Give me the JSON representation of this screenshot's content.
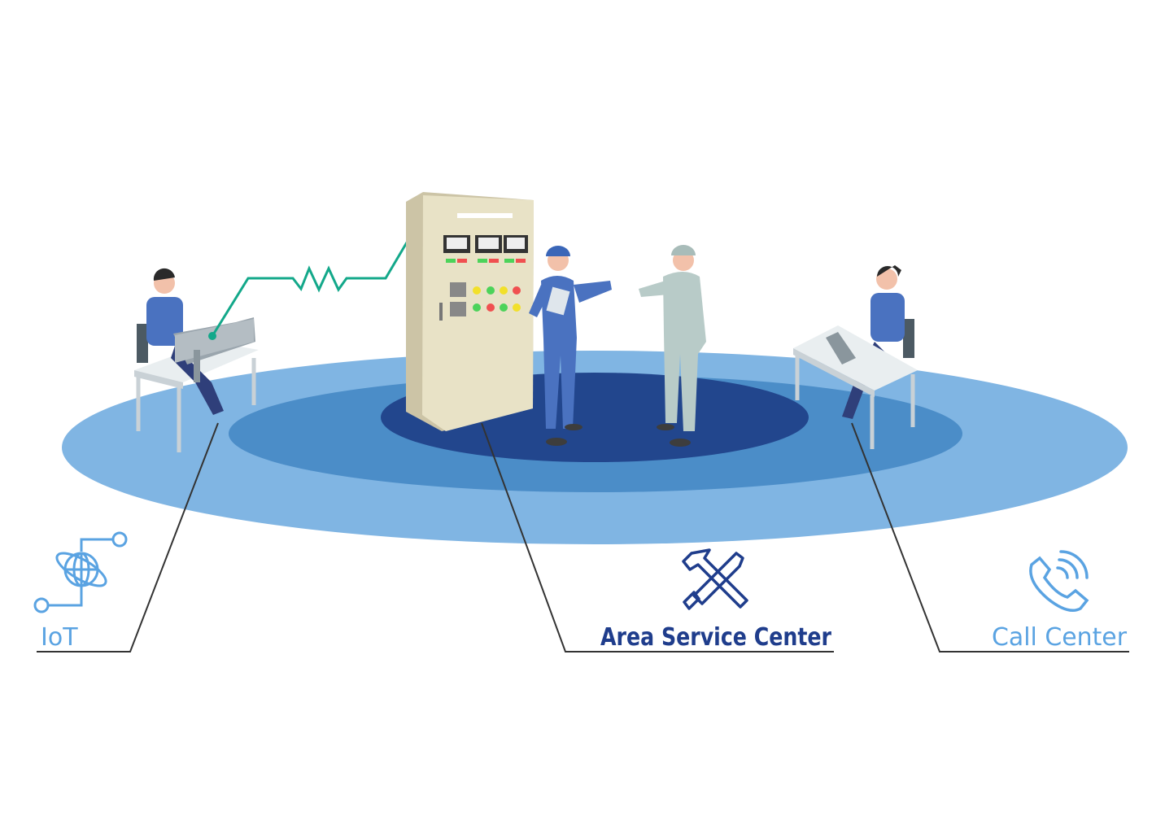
{
  "labels": {
    "iot": "IoT",
    "area_service_center": "Area Service Center",
    "call_center": "Call Center"
  },
  "icons": {
    "iot": "globe-network-icon",
    "area_service_center": "wrench-screwdriver-icon",
    "call_center": "phone-call-icon"
  },
  "colors": {
    "ring_outer": "#80b5e3",
    "ring_middle": "#4b8dc8",
    "ring_inner": "#22468d",
    "label_light": "#5aa3e2",
    "label_dark": "#1f3d8c",
    "signal_line": "#13a88a"
  }
}
